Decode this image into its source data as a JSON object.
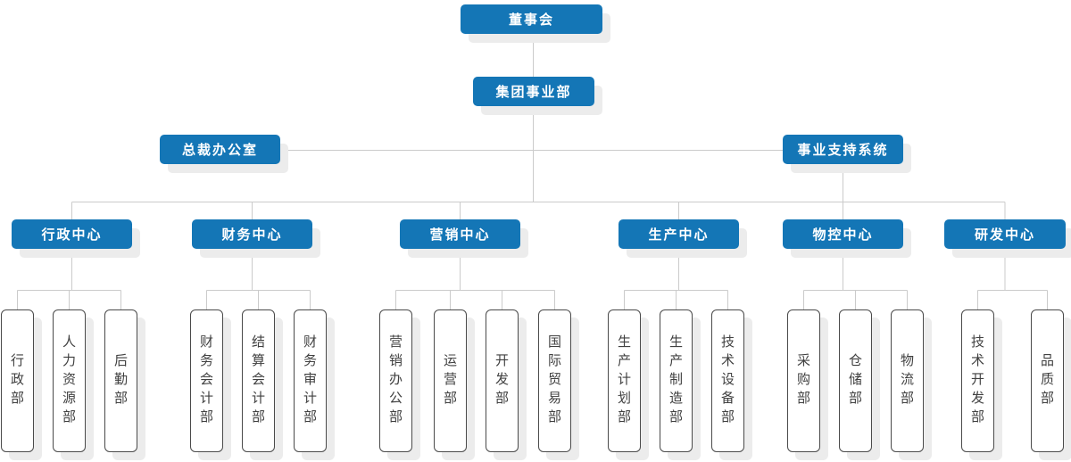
{
  "org": {
    "type": "org-chart",
    "root": "董事会",
    "division": "集团事业部",
    "president_office": "总裁办公室",
    "support_system": "事业支持系统",
    "groups": [
      {
        "center": "行政中心",
        "departments": [
          "行政部",
          "人力资源部",
          "后勤部"
        ]
      },
      {
        "center": "财务中心",
        "departments": [
          "财务会计部",
          "结算会计部",
          "财务审计部"
        ]
      },
      {
        "center": "营销中心",
        "departments": [
          "营销办公部",
          "运营部",
          "开发部",
          "国际贸易部"
        ]
      },
      {
        "center": "生产中心",
        "departments": [
          "生产计划部",
          "生产制造部",
          "技术设备部"
        ]
      },
      {
        "center": "物控中心",
        "departments": [
          "采购部",
          "仓储部",
          "物流部"
        ]
      },
      {
        "center": "研发中心",
        "departments": [
          "技术开发部",
          "品质部"
        ]
      }
    ]
  },
  "colors": {
    "node_blue": "#1476b6",
    "node_text": "#ffffff",
    "connector_gray": "#cbcbcb",
    "department_border": "#4a4a4a",
    "department_text": "#404040",
    "shadow_gray": "#ececec",
    "background": "#ffffff"
  }
}
